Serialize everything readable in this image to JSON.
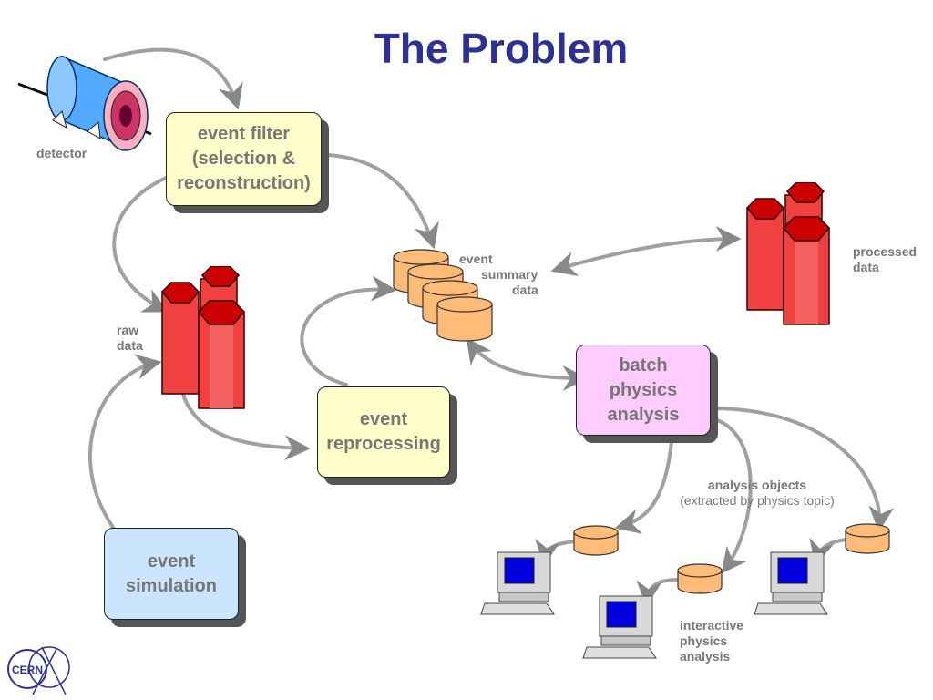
{
  "title": "The Problem",
  "boxes": {
    "event_filter": [
      "event filter",
      "(selection &",
      "reconstruction)"
    ],
    "event_reprocessing": [
      "event",
      "reprocessing"
    ],
    "batch_analysis": [
      "batch",
      "physics",
      "analysis"
    ],
    "event_simulation": [
      "event",
      "simulation"
    ]
  },
  "labels": {
    "detector": "detector",
    "raw_data": [
      "raw",
      "data"
    ],
    "event_summary_data": [
      "event",
      "summary",
      "data"
    ],
    "processed_data": [
      "processed",
      "data"
    ],
    "analysis_objects": "analysis objects",
    "analysis_objects_note": "(extracted by physics topic)",
    "interactive_analysis": [
      "interactive",
      "physics",
      "analysis"
    ],
    "logo_text": "CERN"
  },
  "colors": {
    "title": "#2e3192",
    "filter_box": "#ffffcc",
    "reprocessing_box": "#ffffcc",
    "batch_box": "#ffccff",
    "simulation_box": "#cce5ff",
    "hexagon_red": "#f04040",
    "hexagon_top": "#cc0000",
    "cylinder": "#ffbb77",
    "arrow": "#999999",
    "label_grey": "#777777"
  }
}
